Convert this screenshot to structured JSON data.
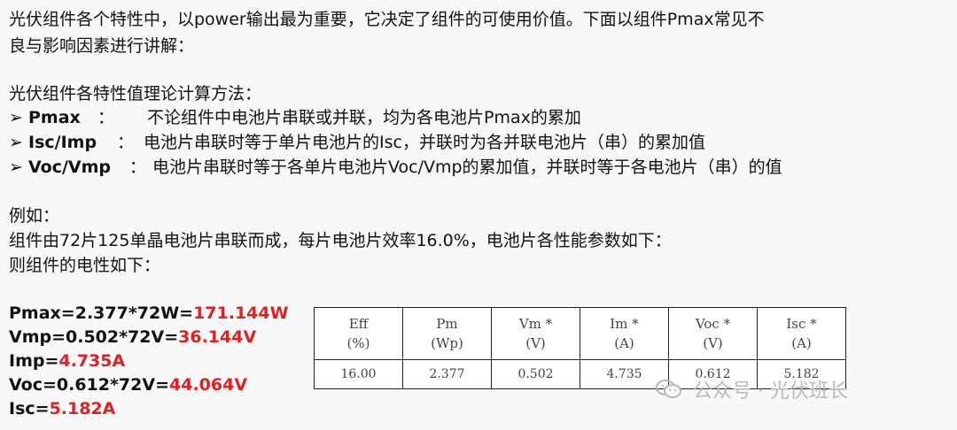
{
  "intro": {
    "line1": "光伏组件各个特性中，以power输出最为重要，它决定了组件的可使用价值。下面以组件Pmax常见不",
    "line2": "良与影响因素进行讲解："
  },
  "method_title": "光伏组件各特性值理论计算方法：",
  "bullets": [
    {
      "arrow": "➢",
      "key": "Pmax",
      "sep": "：",
      "text": "不论组件中电池片串联或并联，均为各电池片Pmax的累加"
    },
    {
      "arrow": "➢",
      "key": "Isc/Imp",
      "sep": "：",
      "text": "电池片串联时等于单片电池片的Isc，并联时为各并联电池片（串）的累加值"
    },
    {
      "arrow": "➢",
      "key": "Voc/Vmp",
      "sep": "：",
      "text": "电池片串联时等于各单片电池片Voc/Vmp的累加值，并联时等于各电池片（串）的值"
    }
  ],
  "example": {
    "label": "例如：",
    "line1": "组件由72片125单晶电池片串联而成，每片电池片效率16.0%，电池片各性能参数如下：",
    "line2": "则组件的电性如下："
  },
  "formulas": [
    {
      "expr": "Pmax=2.377*72W=",
      "result": "171.144W"
    },
    {
      "expr": "Vmp=0.502*72V=",
      "result": "36.144V"
    },
    {
      "expr": "Imp=",
      "result": "4.735A"
    },
    {
      "expr": "Voc=0.612*72V=",
      "result": "44.064V"
    },
    {
      "expr": "Isc=",
      "result": "5.182A"
    }
  ],
  "table": {
    "headers": [
      {
        "name": "Eff",
        "unit": "(%)"
      },
      {
        "name": "Pm",
        "unit": "(Wp)"
      },
      {
        "name": "Vm *",
        "unit": "(V)"
      },
      {
        "name": "Im *",
        "unit": "(A)"
      },
      {
        "name": "Voc *",
        "unit": "(V)"
      },
      {
        "name": "Isc *",
        "unit": "(A)"
      }
    ],
    "values": [
      "16.00",
      "2.377",
      "0.502",
      "4.735",
      "0.612",
      "5.182"
    ]
  },
  "watermark": {
    "icon": "wechat-icon",
    "text": "公众号 · 光伏班长"
  }
}
